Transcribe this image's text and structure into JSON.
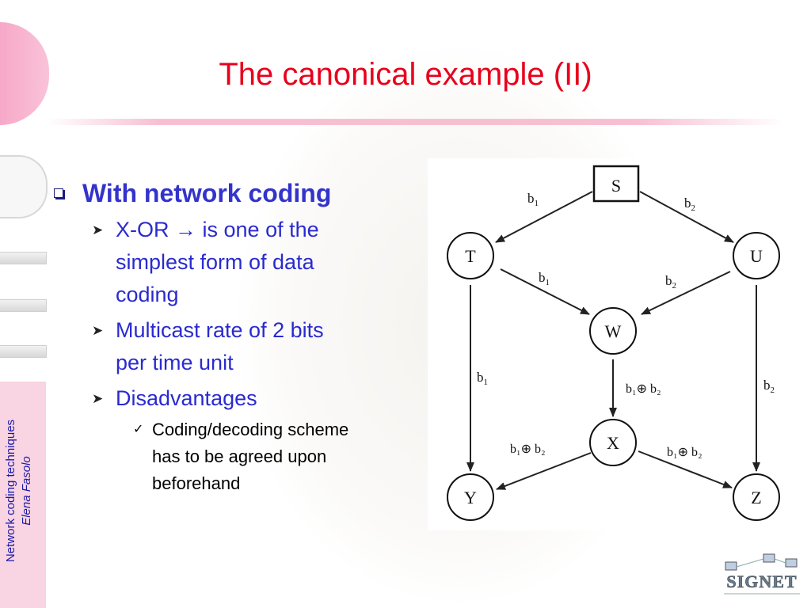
{
  "slide": {
    "title": "The canonical example (II)"
  },
  "sidebar": {
    "course": "Network coding techniques",
    "author": "Elena Fasolo"
  },
  "bullets": {
    "heading": "With network coding",
    "items": [
      {
        "line1": "X-OR",
        "arrow": "→",
        "rest": " is one of the",
        "line2": "simplest form of data",
        "line3": "coding"
      },
      {
        "line1": "Multicast rate of 2 bits",
        "line2": "per time unit"
      },
      {
        "line1": "Disadvantages"
      }
    ],
    "subitem": {
      "line1": "Coding/decoding scheme",
      "line2": "has to be agreed upon",
      "line3": "beforehand"
    }
  },
  "diagram": {
    "nodes": [
      {
        "id": "S",
        "label": "S",
        "shape": "square"
      },
      {
        "id": "T",
        "label": "T",
        "shape": "circle"
      },
      {
        "id": "U",
        "label": "U",
        "shape": "circle"
      },
      {
        "id": "W",
        "label": "W",
        "shape": "circle"
      },
      {
        "id": "X",
        "label": "X",
        "shape": "circle"
      },
      {
        "id": "Y",
        "label": "Y",
        "shape": "circle"
      },
      {
        "id": "Z",
        "label": "Z",
        "shape": "circle"
      }
    ],
    "edges": [
      {
        "from": "S",
        "to": "T",
        "label": "b",
        "sub": "1"
      },
      {
        "from": "S",
        "to": "U",
        "label": "b",
        "sub": "2"
      },
      {
        "from": "T",
        "to": "W",
        "label": "b",
        "sub": "1"
      },
      {
        "from": "U",
        "to": "W",
        "label": "b",
        "sub": "2"
      },
      {
        "from": "T",
        "to": "Y",
        "label": "b",
        "sub": "1"
      },
      {
        "from": "U",
        "to": "Z",
        "label": "b",
        "sub": "2"
      },
      {
        "from": "W",
        "to": "X",
        "label": "b₁⊕ b₂"
      },
      {
        "from": "X",
        "to": "Y",
        "label": "b₁⊕ b₂"
      },
      {
        "from": "X",
        "to": "Z",
        "label": "b₁⊕ b₂"
      }
    ]
  },
  "logo": {
    "text": "SIGNET"
  }
}
